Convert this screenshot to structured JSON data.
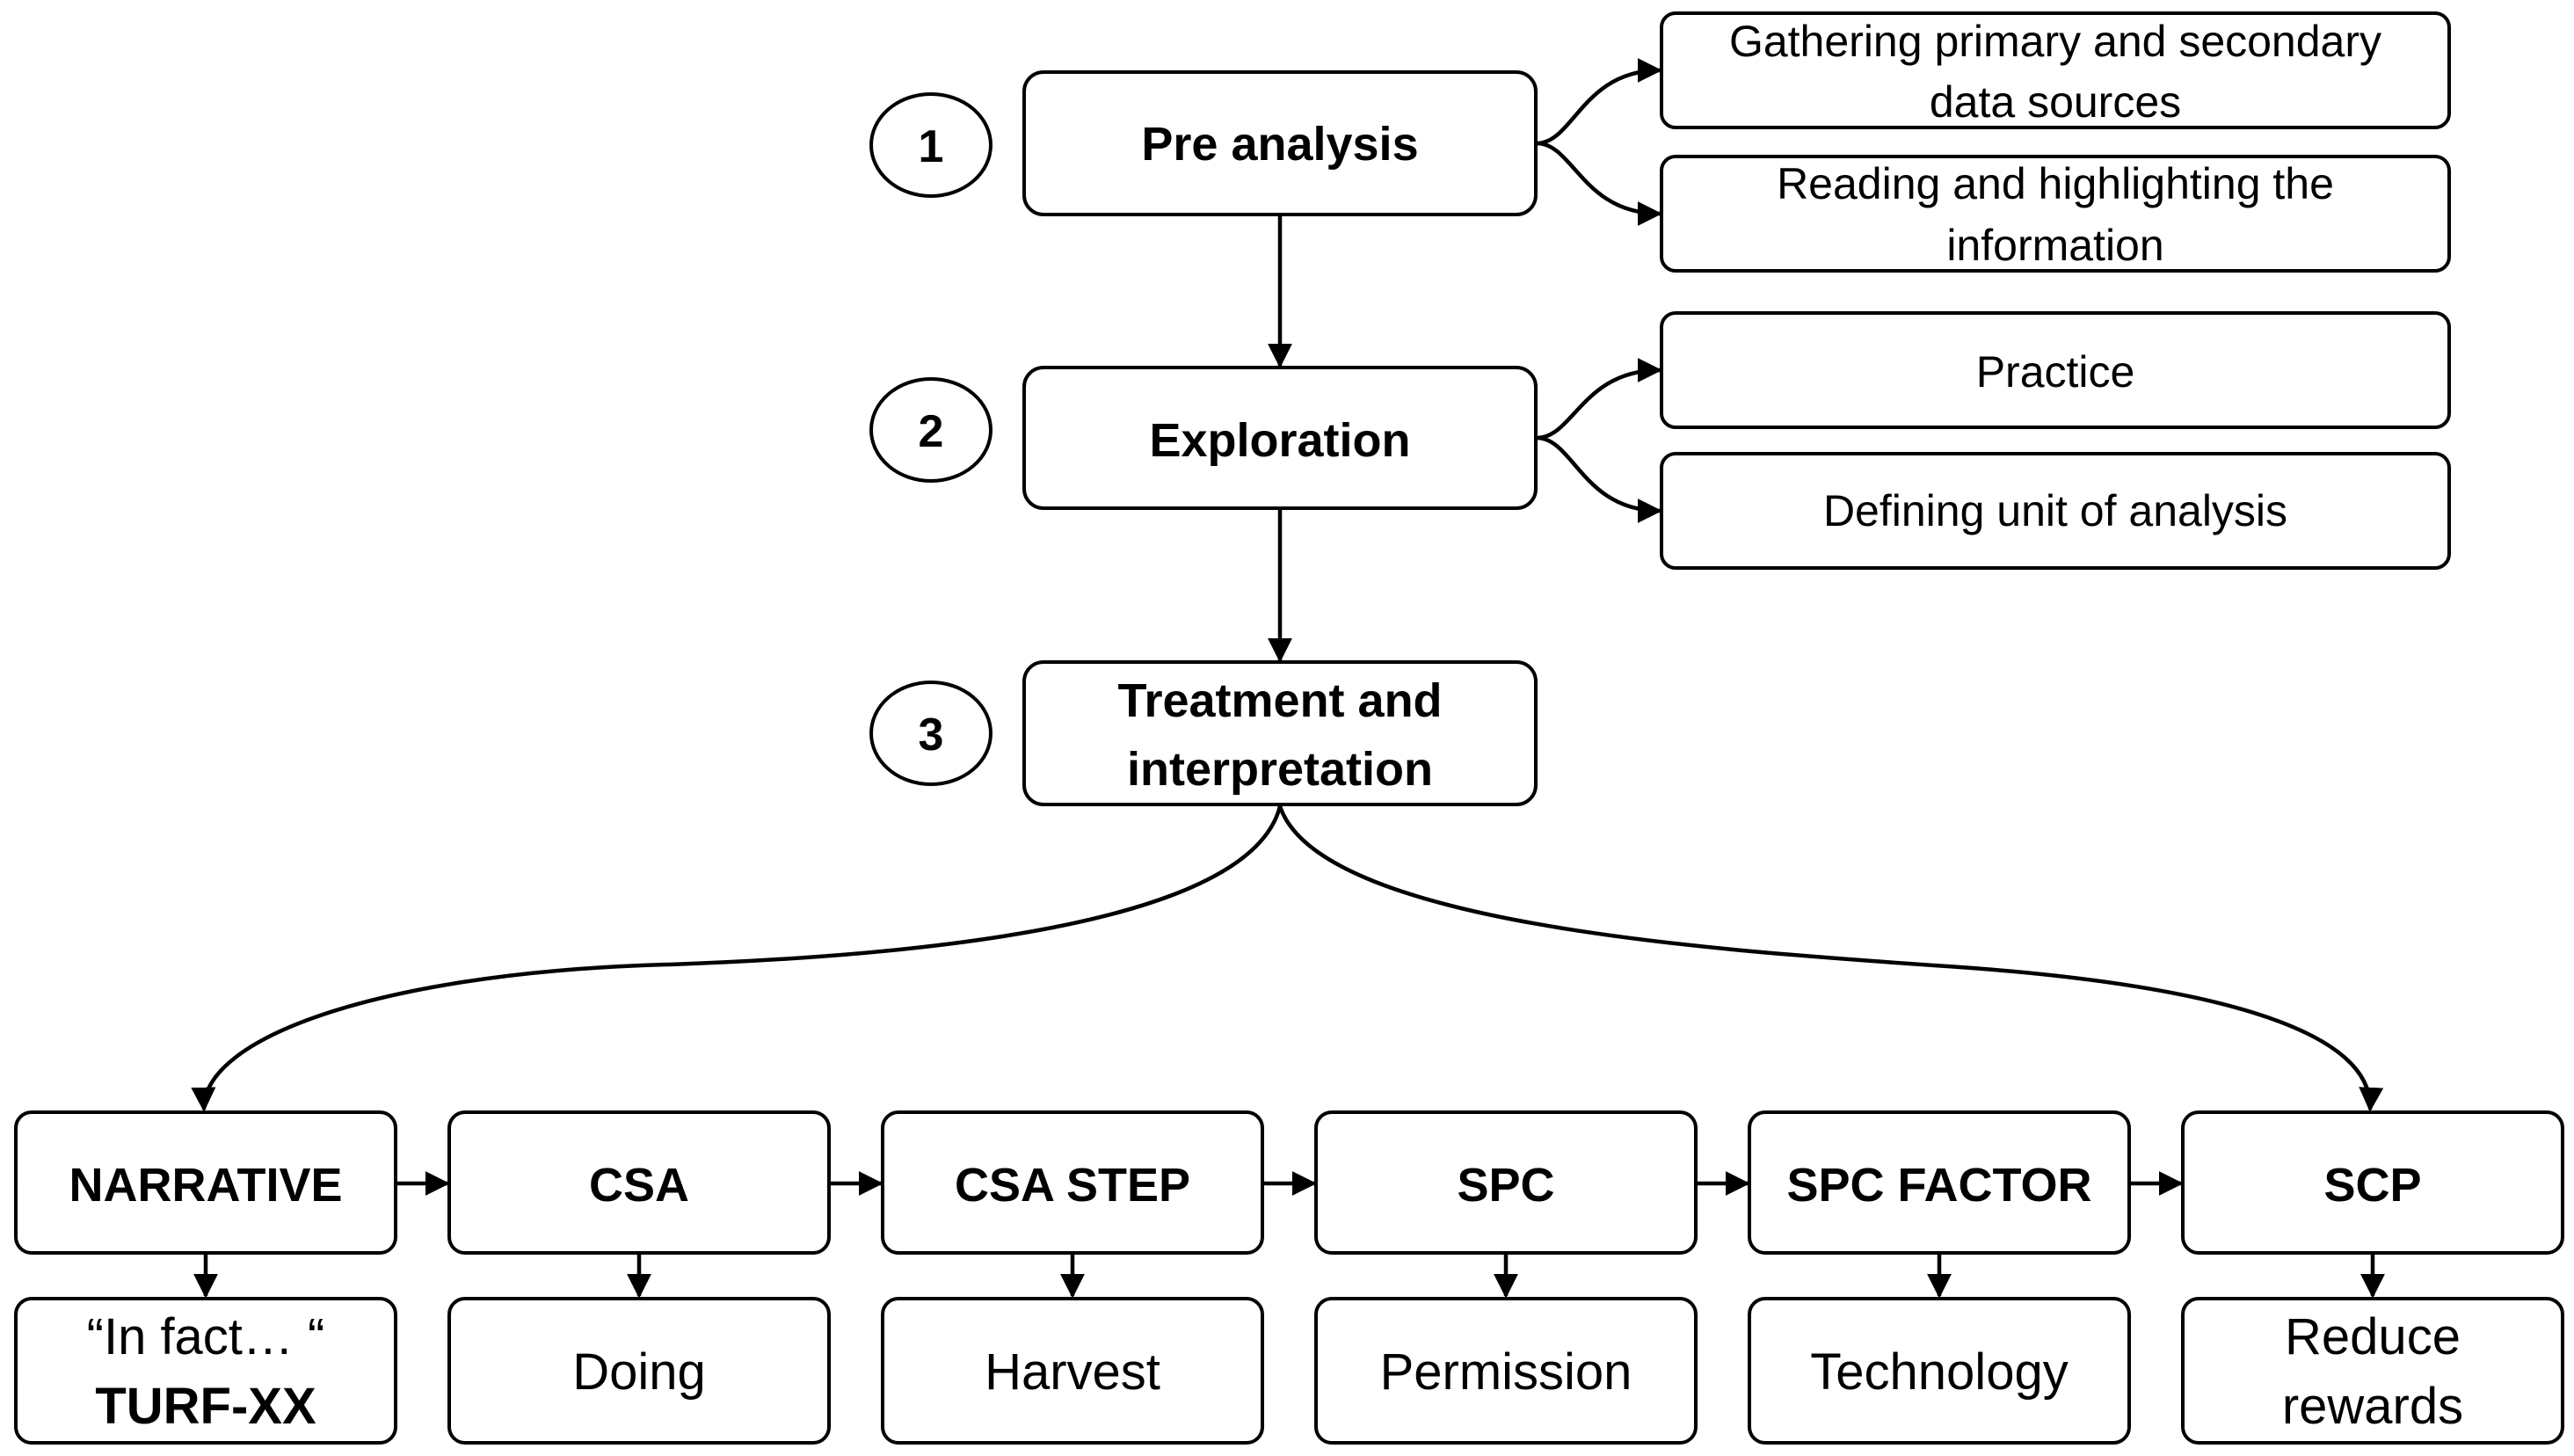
{
  "steps": [
    {
      "number": "1",
      "label": "Pre analysis"
    },
    {
      "number": "2",
      "label": "Exploration"
    },
    {
      "number": "3",
      "label_lines": [
        "Treatment and",
        "interpretation"
      ]
    }
  ],
  "pre_analysis_items": [
    {
      "lines": [
        "Gathering primary and secondary",
        "data sources"
      ]
    },
    {
      "lines": [
        "Reading and highlighting the",
        "information"
      ]
    }
  ],
  "exploration_items": [
    {
      "lines": [
        "Practice"
      ]
    },
    {
      "lines": [
        "Defining unit of analysis"
      ]
    }
  ],
  "categories": [
    {
      "label": "NARRATIVE",
      "example_lines": [
        "“In fact… “",
        "TURF-XX"
      ]
    },
    {
      "label": "CSA",
      "example_lines": [
        "Doing"
      ]
    },
    {
      "label": "CSA STEP",
      "example_lines": [
        "Harvest"
      ]
    },
    {
      "label": "SPC",
      "example_lines": [
        "Permission"
      ]
    },
    {
      "label": "SPC FACTOR",
      "example_lines": [
        "Technology"
      ]
    },
    {
      "label": "SCP",
      "example_lines": [
        "Reduce",
        "rewards"
      ]
    }
  ]
}
